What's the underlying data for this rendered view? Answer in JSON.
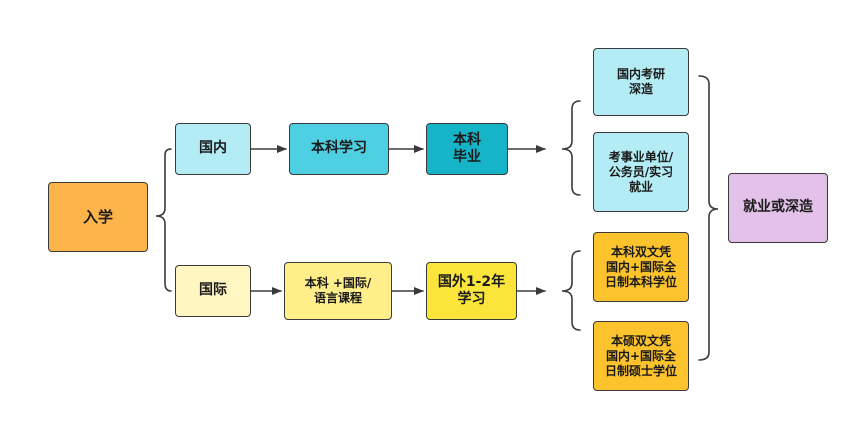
{
  "diagram": {
    "nodes": {
      "entry": {
        "label": "入学",
        "fill": "#FDB54B"
      },
      "domestic": {
        "label": "国内",
        "fill": "#B3ECF4"
      },
      "undergrad_study": {
        "label": "本科学习",
        "fill": "#4FD0E2"
      },
      "undergrad_graduation": {
        "label": "本科\n毕业",
        "fill": "#16B4C8"
      },
      "international": {
        "label": "国际",
        "fill": "#FFF6C2"
      },
      "undergrad_intl_language": {
        "label": "本科 +国际/\n语言课程",
        "fill": "#FFEE8A"
      },
      "abroad_study": {
        "label": "国外1-2年\n学习",
        "fill": "#FBE53A"
      },
      "domestic_postgrad": {
        "label": "国内考研\n深造",
        "fill": "#B3ECF4"
      },
      "jobs": {
        "label": "考事业单位/\n公务员/实习\n就业",
        "fill": "#B3ECF4"
      },
      "dual_bachelor": {
        "label": "本科双文凭\n国内+国际全\n日制本科学位",
        "fill": "#FCC32C"
      },
      "dual_master": {
        "label": "本硕双文凭\n国内+国际全\n日制硕士学位",
        "fill": "#FCC32C"
      },
      "outcome": {
        "label": "就业或深造",
        "fill": "#E3C2EA"
      }
    },
    "line_color": "#3a3a3a"
  }
}
